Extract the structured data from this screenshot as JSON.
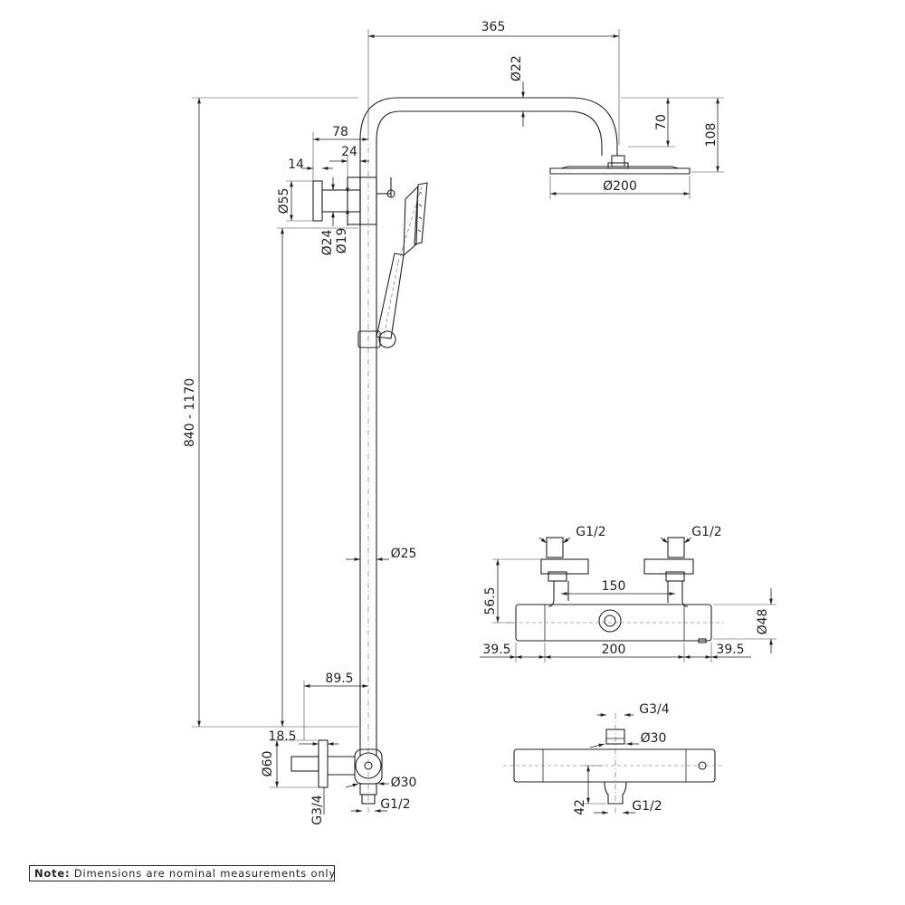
{
  "dimensions": {
    "arm_length": "365",
    "arm_diameter": "Ø22",
    "head_drop": "70",
    "head_total": "108",
    "head_diameter": "Ø200",
    "holder_offset": "78",
    "holder_depth": "24",
    "plate_thickness": "14",
    "holder_plate_diameter": "Ø55",
    "holder_outer_diameter": "Ø24",
    "holder_inner_diameter": "Ø19",
    "riser_height": "840 - 1170",
    "riser_diameter": "Ø25",
    "bottom_offset": "89.5",
    "bottom_plate_thickness": "18.5",
    "bottom_plate_diameter": "Ø60",
    "diverter_diameter": "Ø30",
    "bottom_thread": "G1/2",
    "wall_thread": "G3/4",
    "mixer_inlet_left": "G1/2",
    "mixer_inlet_right": "G1/2",
    "mixer_inlet_spacing": "150",
    "mixer_inlet_height": "56.5",
    "mixer_body_diameter": "Ø48",
    "mixer_end_left": "39.5",
    "mixer_center": "200",
    "mixer_end_right": "39.5",
    "mixer_outlet_thread_top": "G3/4",
    "mixer_outlet_diameter": "Ø30",
    "mixer_outlet_height": "42",
    "mixer_outlet_thread_bottom": "G1/2"
  },
  "note": {
    "label": "Note:",
    "text": " Dimensions are nominal measurements only"
  }
}
